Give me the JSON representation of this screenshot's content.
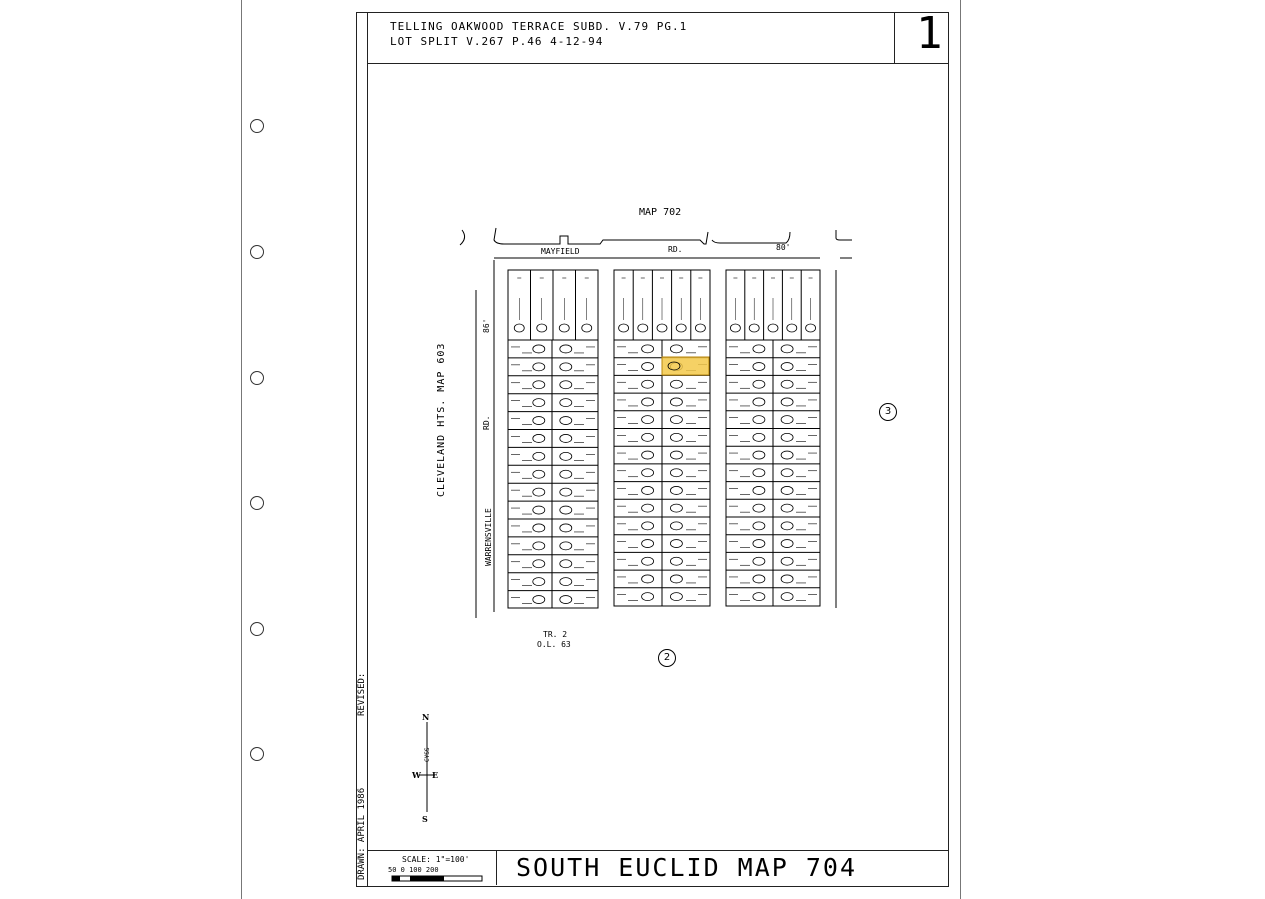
{
  "header": {
    "line1": "TELLING OAKWOOD TERRACE SUBD. V.79 PG.1",
    "line2": "LOT SPLIT V.267 P.46 4-12-94",
    "sheet_number": "1"
  },
  "map": {
    "adjacent_map_top": "MAP 702",
    "street_top_name": "MAYFIELD",
    "street_top_suffix": "RD.",
    "street_top_width": "80'",
    "left_label": "CLEVELAND HTS. MAP 603",
    "left_street": "WARRENSVILLE",
    "left_street_suffix": "RD.",
    "left_width": "86'",
    "tract": "TR. 2",
    "outlot": "O.L. 63",
    "circle_right": "3",
    "circle_bottom": "2",
    "highlight_color": "#f3c94a",
    "highlight_lot": "10"
  },
  "compass": {
    "n": "N",
    "s": "S",
    "w": "W",
    "e": "E",
    "mark": "CYSS"
  },
  "footer": {
    "drawn": "DRAWN: APRIL 1986",
    "revised": "REVISED:",
    "scale_label": "SCALE: 1\"=100'",
    "scale_ticks": "50   0     100    200",
    "map_name": "SOUTH EUCLID MAP 704"
  }
}
